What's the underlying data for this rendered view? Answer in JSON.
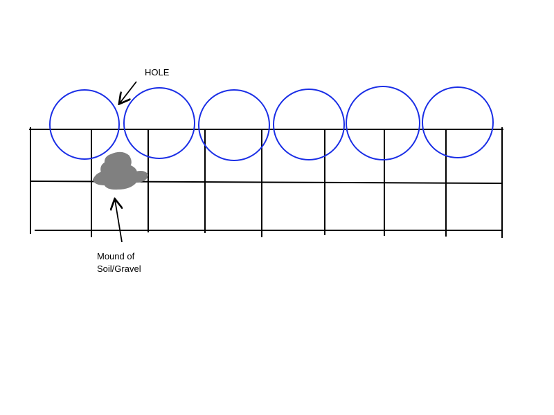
{
  "labels": {
    "hole": "HOLE",
    "mound_line1": "Mound of",
    "mound_line2": "Soil/Gravel"
  },
  "colors": {
    "hole_circle": "#1a2ee6",
    "grid": "#000000",
    "mound": "#808080"
  },
  "hole_count": 6
}
